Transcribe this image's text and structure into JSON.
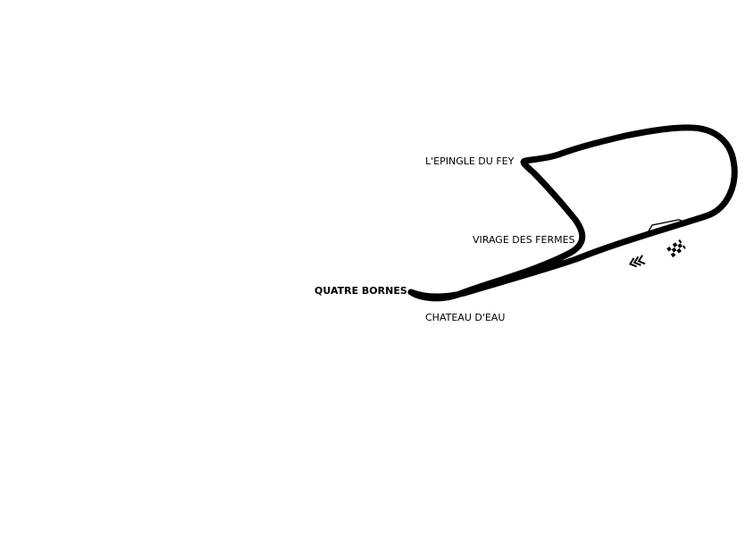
{
  "map": {
    "track_color": "#000000",
    "background_color": "#ffffff",
    "corners": {
      "epingle_du_fey": "L'EPINGLE DU FEY",
      "virage_des_fermes": "VIRAGE DES FERMES",
      "quatre_bornes": "QUATRE BORNES",
      "chateau_d_eau": "CHATEAU D'EAU"
    },
    "icons": {
      "start_finish": "checkered-flag-icon",
      "direction": "direction-arrows-icon"
    }
  }
}
